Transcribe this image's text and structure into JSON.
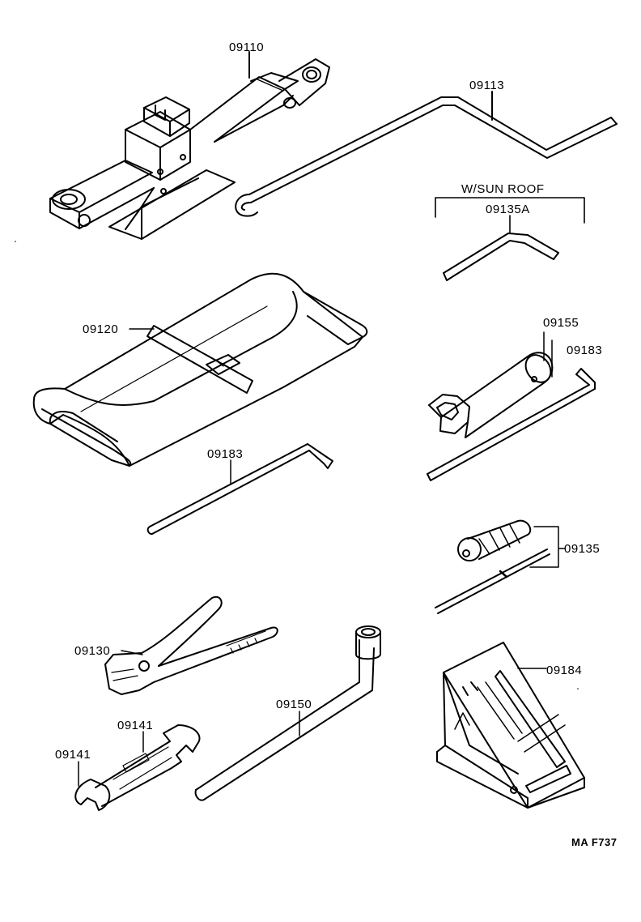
{
  "diagram": {
    "callouts": {
      "jack": "09110",
      "jack_handle": "09113",
      "sunroof_group": "W/SUN ROOF",
      "sunroof_wrench": "09135A",
      "tool_bag": "09120",
      "socket": "09155",
      "l_bar_right": "09183",
      "l_bar_left": "09183",
      "screwdriver_set": "09135",
      "pliers": "09130",
      "wrench_upper": "09141",
      "wrench_lower": "09141",
      "lug_wrench": "09150",
      "wheel_chock": "09184"
    },
    "figure_code": "MA F737"
  },
  "colors": {
    "ink": "#000000",
    "paper": "#ffffff"
  }
}
